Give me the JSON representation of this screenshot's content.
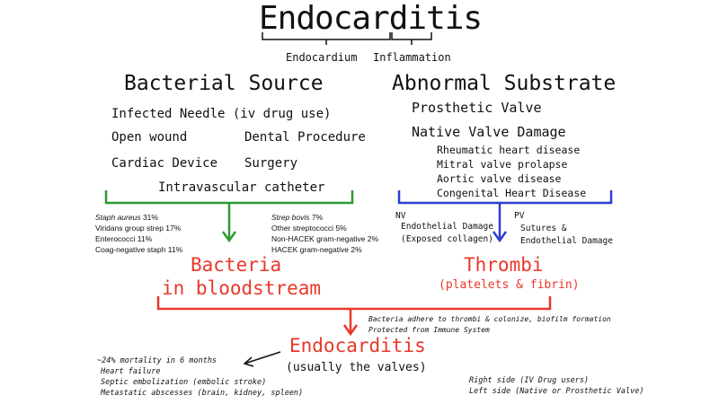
{
  "title": "Endocarditis",
  "etymology": {
    "left": "Endocardium",
    "right": "Inflammation"
  },
  "bacterial_source": {
    "heading": "Bacterial Source",
    "items": {
      "needle": "Infected Needle (iv drug use)",
      "wound": "Open wound",
      "dental": "Dental Procedure",
      "device": "Cardiac Device",
      "surgery": "Surgery",
      "catheter": "Intravascular catheter"
    },
    "organisms_left": {
      "staph_name": "Staph aureus",
      "staph_pct": " 31%",
      "viridans": "Viridans group strep 17%",
      "enterococci": "Enterococci 11%",
      "coag": "Coag-negative staph 11%"
    },
    "organisms_right": {
      "strep_name": "Strep bovis",
      "strep_pct": " 7%",
      "other_strep": "Other streptococci 5%",
      "non_hacek": "Non-HACEK gram-negative 2%",
      "hacek": "HACEK gram-negative 2%"
    },
    "result_line1": "Bacteria",
    "result_line2": "in bloodstream"
  },
  "abnormal_substrate": {
    "heading": "Abnormal Substrate",
    "prosthetic": "Prosthetic Valve",
    "native_heading": "Native Valve Damage",
    "native_items": {
      "rheumatic": "Rheumatic heart disease",
      "mitral": "Mitral valve prolapse",
      "aortic": "Aortic valve disease",
      "congenital": "Congenital Heart Disease"
    },
    "nv_label": "NV",
    "nv_line1": "Endothelial Damage",
    "nv_line2": "(Exposed collagen)",
    "pv_label": "PV",
    "pv_line1": "Sutures &",
    "pv_line2": "Endothelial Damage",
    "result_line1": "Thrombi",
    "result_line2": "(platelets & fibrin)"
  },
  "merge_note": {
    "line1": "Bacteria adhere to thrombi & colonize, biofilm formation",
    "line2": "Protected from Immune System"
  },
  "outcome": {
    "title": "Endocarditis",
    "subtitle": "(usually the valves)"
  },
  "complications": {
    "mortality": "~24% mortality in 6 months",
    "heart_failure": "Heart failure",
    "septic": "Septic embolization (embolic stroke)",
    "metastatic": "Metastatic abscesses (brain, kidney, spleen)"
  },
  "sides": {
    "right": "Right side (IV Drug users)",
    "left": "Left side (Native or Prosthetic Valve)"
  },
  "colors": {
    "ink": "#111111",
    "bacterial_bracket": "#2e9a2e",
    "substrate_bracket": "#2a3fd0",
    "result": "#e8382a"
  }
}
